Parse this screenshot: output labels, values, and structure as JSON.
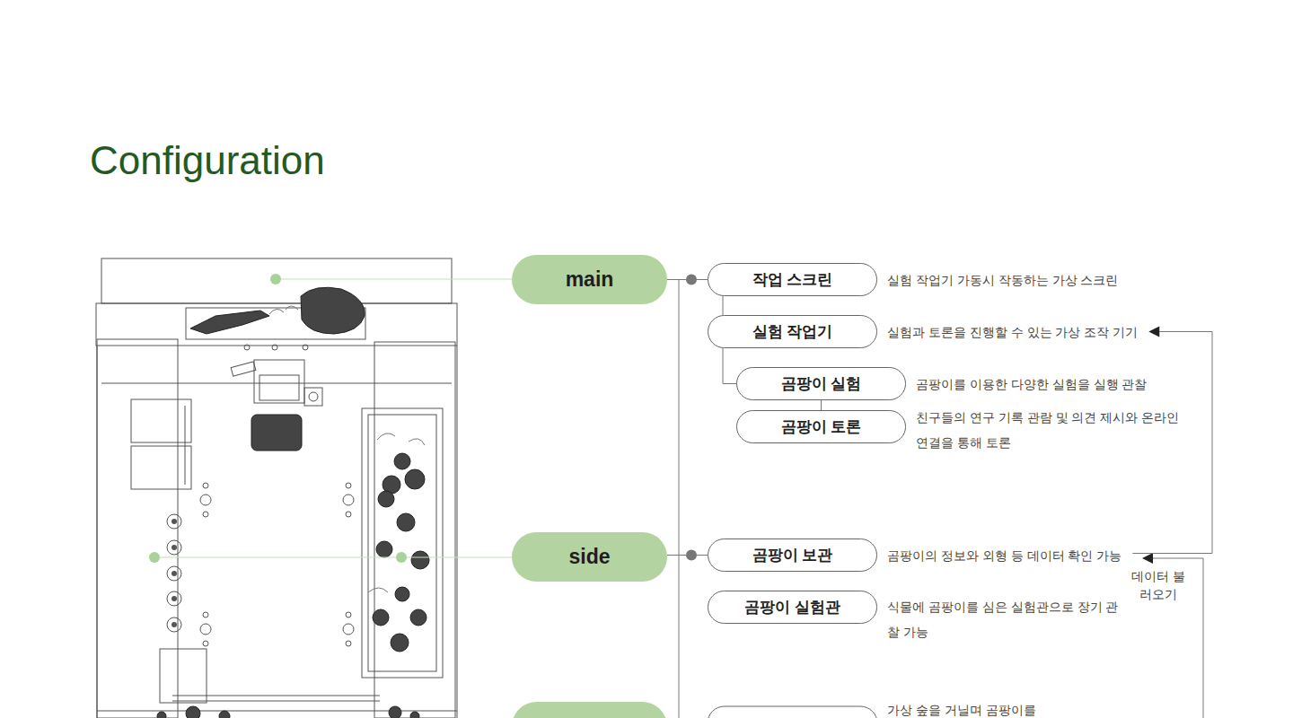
{
  "diagram": {
    "title": "Configuration",
    "nodes": [
      {
        "text": [
          "main"
        ]
      },
      {
        "text": [
          "작업 스크린",
          "실험 작업기 가동시 작동하는 가상 스크린"
        ]
      },
      {
        "text": [
          "실험 작업기",
          "실험과 토론을 진행할 수 있는 가상 조작 기기"
        ]
      },
      {
        "text": [
          "곰팡이 실험",
          "곰팡이를 이용한 다양한 실험을 실행 관찰"
        ]
      },
      {
        "text": [
          "곰팡이 토론",
          "친구들의 연구 기록 관람 및 의견 제시와 온라인 연결을 통해 토론"
        ]
      },
      {
        "text": [
          "side"
        ]
      },
      {
        "text": [
          "곰팡이 보관",
          "곰팡이의 정보와 외형 등 데이터 확인 가능"
        ]
      },
      {
        "text": [
          "곰팡이 실험관",
          "식물에 곰팡이를 심은 실험관으로 장기 관찰 가능"
        ]
      }
    ],
    "edges": [
      {
        "from": 0,
        "to": 1,
        "arrow": "none"
      },
      {
        "from": 1,
        "to": 2,
        "arrow": "none"
      },
      {
        "from": 2,
        "to": 3,
        "arrow": "none"
      },
      {
        "from": 3,
        "to": 4,
        "arrow": "none"
      },
      {
        "from": 5,
        "to": 6,
        "arrow": "none"
      },
      {
        "from": 6,
        "to": 2,
        "arrow": "to"
      }
    ],
    "labels": [
      "데이터 불러오기",
      "가상 숲을 거닐며 곰팡이를"
    ]
  }
}
